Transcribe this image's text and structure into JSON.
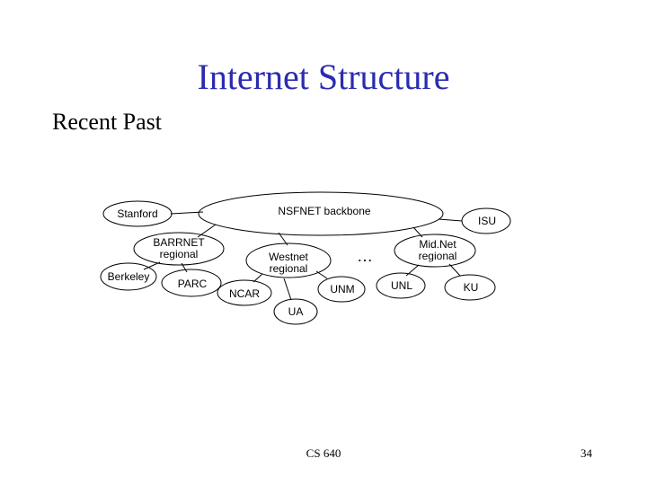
{
  "slide": {
    "title": "Internet Structure",
    "subtitle": "Recent Past",
    "footer_course": "CS 640",
    "page_number": "34",
    "title_color": "#2b2bb0"
  },
  "diagram": {
    "backbone": "NSFNET backbone",
    "stanford": "Stanford",
    "isu": "ISU",
    "barrnet_line1": "BARRNET",
    "barrnet_line2": "regional",
    "berkeley": "Berkeley",
    "parc": "PARC",
    "westnet_line1": "Westnet",
    "westnet_line2": "regional",
    "ncar": "NCAR",
    "unm": "UNM",
    "ua": "UA",
    "midnet_line1": "Mid.Net",
    "midnet_line2": "regional",
    "unl": "UNL",
    "ku": "KU",
    "ellipsis": "…"
  }
}
